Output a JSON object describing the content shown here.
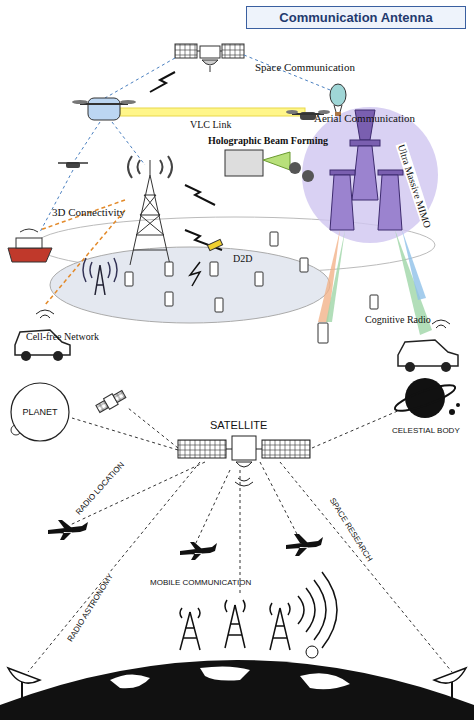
{
  "diagram": {
    "title": "Communication Antenna",
    "nodes": [
      {
        "text": [
          "PLANET"
        ]
      }
    ],
    "labels": [
      "Space Communication",
      "Aerial Communication",
      "VLC Link",
      "Holographic Beam Forming",
      "3D Connectivity",
      "Ultra Massive MIMO",
      "D2D",
      "Cell-free Network",
      "Cognitive Radio",
      "SATELLITE",
      "CELESTIAL BODY",
      "RADIO LOCATION",
      "RADIO ASTRONOMY",
      "SPACE RESEARCH",
      "MOBILE COMMUNICATION"
    ]
  }
}
